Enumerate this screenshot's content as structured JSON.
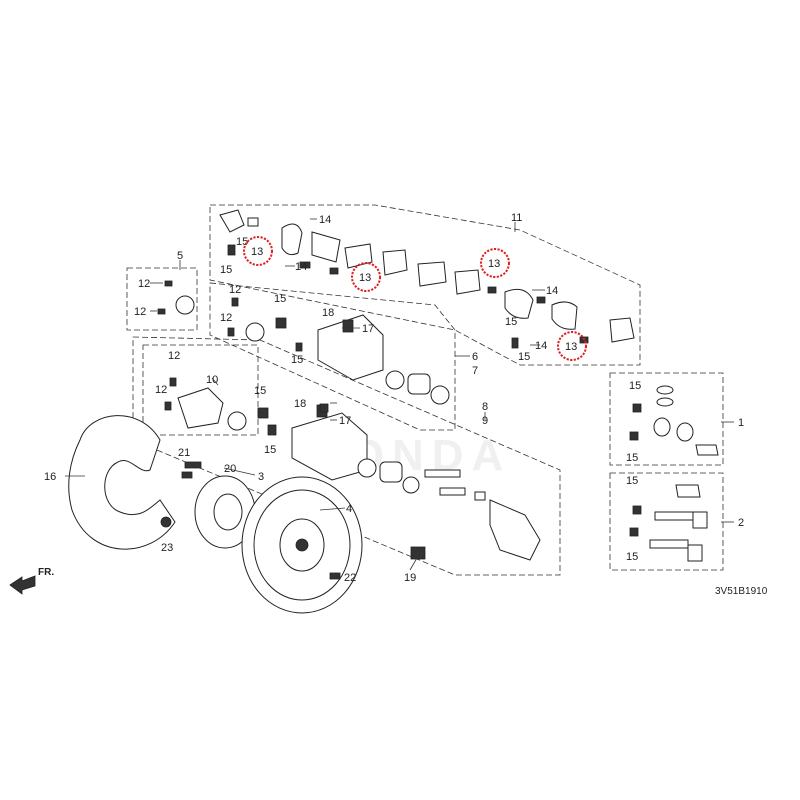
{
  "diagram": {
    "diagram_code": "3V51B1910",
    "direction_label": "FR.",
    "watermark": "HONDA",
    "callouts": {
      "c1": "1",
      "c2": "2",
      "c3": "3",
      "c4": "4",
      "c5": "5",
      "c6": "6",
      "c7": "7",
      "c8": "8",
      "c9": "9",
      "c10": "10",
      "c11": "11",
      "c12": "12",
      "c13": "13",
      "c14": "14",
      "c15": "15",
      "c16": "16",
      "c17": "17",
      "c18": "18",
      "c19": "19",
      "c20": "20",
      "c21": "21",
      "c22": "22",
      "c23": "23"
    },
    "highlight_color": "#e02020"
  }
}
